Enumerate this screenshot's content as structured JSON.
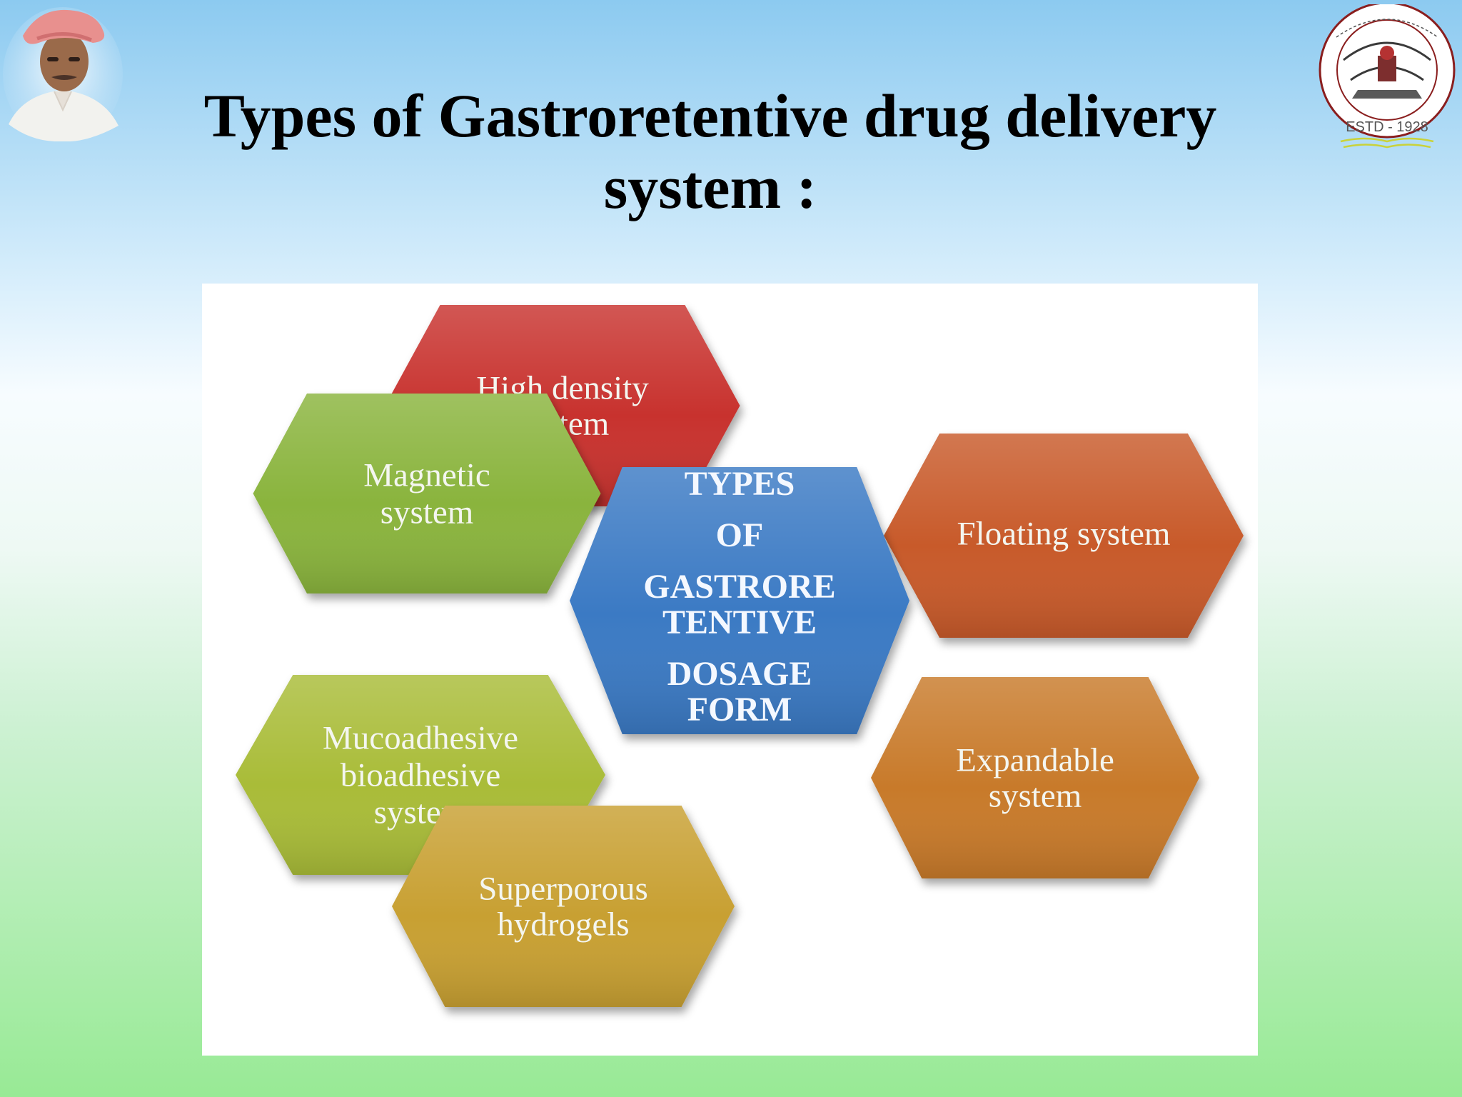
{
  "slide": {
    "title_line1": "Types of Gastroretentive drug delivery",
    "title_line2": "system :",
    "logo_text": "ESTD - 1928"
  },
  "diagram": {
    "center": {
      "lines": [
        "TYPES",
        "OF",
        "GASTRORE",
        "TENTIVE",
        "DOSAGE",
        "FORM"
      ],
      "color": "#3b7ac4"
    },
    "nodes": [
      {
        "id": "high-density",
        "lines": [
          "High density",
          "system"
        ],
        "color": "#c8322d"
      },
      {
        "id": "magnetic",
        "lines": [
          "Magnetic",
          "system"
        ],
        "color": "#8ab43c"
      },
      {
        "id": "floating",
        "lines": [
          "Floating system"
        ],
        "color": "#c85a2c"
      },
      {
        "id": "mucoadhesive",
        "lines": [
          "Mucoadhesive",
          "bioadhesive",
          "system"
        ],
        "color": "#a9bc38"
      },
      {
        "id": "expandable",
        "lines": [
          "Expandable",
          "system"
        ],
        "color": "#c87a2c"
      },
      {
        "id": "superporous",
        "lines": [
          "Superporous",
          "hydrogels"
        ],
        "color": "#c8a032"
      }
    ]
  }
}
